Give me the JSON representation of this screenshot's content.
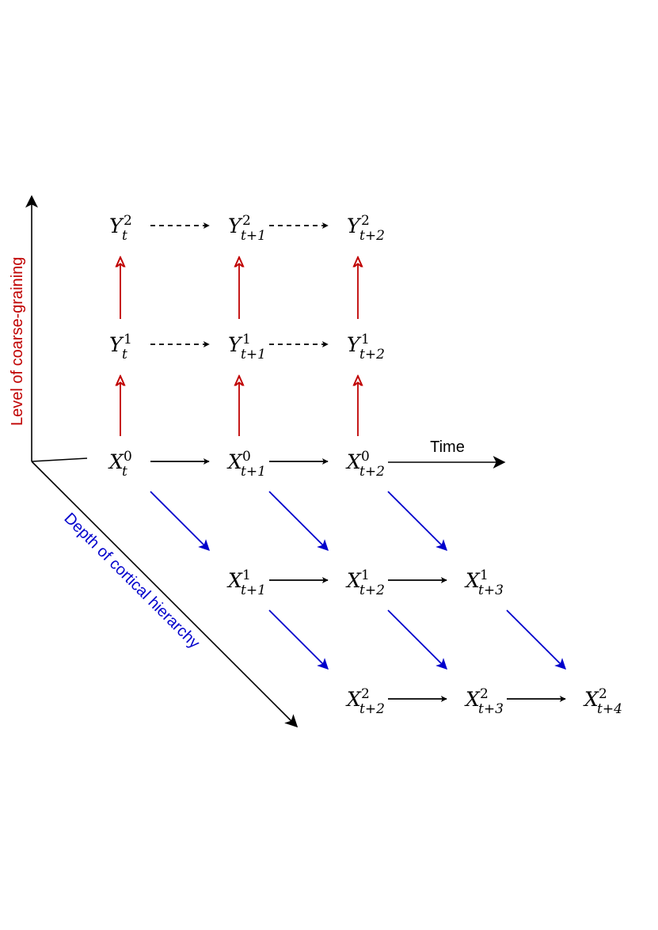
{
  "colors": {
    "ink": "#000000",
    "coarse": "#c00000",
    "cortical": "#0000cc"
  },
  "axes": {
    "vertical_label": "Level of coarse-graining",
    "diagonal_label": "Depth of cortical hierarchy",
    "time_label": "Time"
  },
  "nodes": [
    {
      "id": "Y2_t",
      "base": "Y",
      "sup": "2",
      "sub": "t"
    },
    {
      "id": "Y2_t1",
      "base": "Y",
      "sup": "2",
      "sub": "t+1"
    },
    {
      "id": "Y2_t2",
      "base": "Y",
      "sup": "2",
      "sub": "t+2"
    },
    {
      "id": "Y1_t",
      "base": "Y",
      "sup": "1",
      "sub": "t"
    },
    {
      "id": "Y1_t1",
      "base": "Y",
      "sup": "1",
      "sub": "t+1"
    },
    {
      "id": "Y1_t2",
      "base": "Y",
      "sup": "1",
      "sub": "t+2"
    },
    {
      "id": "X0_t",
      "base": "X",
      "sup": "0",
      "sub": "t"
    },
    {
      "id": "X0_t1",
      "base": "X",
      "sup": "0",
      "sub": "t+1"
    },
    {
      "id": "X0_t2",
      "base": "X",
      "sup": "0",
      "sub": "t+2"
    },
    {
      "id": "X1_t1",
      "base": "X",
      "sup": "1",
      "sub": "t+1"
    },
    {
      "id": "X1_t2",
      "base": "X",
      "sup": "1",
      "sub": "t+2"
    },
    {
      "id": "X1_t3",
      "base": "X",
      "sup": "1",
      "sub": "t+3"
    },
    {
      "id": "X2_t2",
      "base": "X",
      "sup": "2",
      "sub": "t+2"
    },
    {
      "id": "X2_t3",
      "base": "X",
      "sup": "2",
      "sub": "t+3"
    },
    {
      "id": "X2_t4",
      "base": "X",
      "sup": "2",
      "sub": "t+4"
    }
  ],
  "edges": [
    {
      "from": "Y2_t",
      "to": "Y2_t1",
      "kind": "dashed"
    },
    {
      "from": "Y2_t1",
      "to": "Y2_t2",
      "kind": "dashed"
    },
    {
      "from": "Y1_t",
      "to": "Y1_t1",
      "kind": "dashed"
    },
    {
      "from": "Y1_t1",
      "to": "Y1_t2",
      "kind": "dashed"
    },
    {
      "from": "Y1_t",
      "to": "Y2_t",
      "kind": "coarse"
    },
    {
      "from": "Y1_t1",
      "to": "Y2_t1",
      "kind": "coarse"
    },
    {
      "from": "Y1_t2",
      "to": "Y2_t2",
      "kind": "coarse"
    },
    {
      "from": "X0_t",
      "to": "Y1_t",
      "kind": "coarse"
    },
    {
      "from": "X0_t1",
      "to": "Y1_t1",
      "kind": "coarse"
    },
    {
      "from": "X0_t2",
      "to": "Y1_t2",
      "kind": "coarse"
    },
    {
      "from": "X0_t",
      "to": "X0_t1",
      "kind": "solid"
    },
    {
      "from": "X0_t1",
      "to": "X0_t2",
      "kind": "solid"
    },
    {
      "from": "X1_t1",
      "to": "X1_t2",
      "kind": "solid"
    },
    {
      "from": "X1_t2",
      "to": "X1_t3",
      "kind": "solid"
    },
    {
      "from": "X2_t2",
      "to": "X2_t3",
      "kind": "solid"
    },
    {
      "from": "X2_t3",
      "to": "X2_t4",
      "kind": "solid"
    },
    {
      "from": "X0_t",
      "to": "X1_t1",
      "kind": "cortical"
    },
    {
      "from": "X0_t1",
      "to": "X1_t2",
      "kind": "cortical"
    },
    {
      "from": "X0_t2",
      "to": "X1_t3",
      "kind": "cortical"
    },
    {
      "from": "X1_t1",
      "to": "X2_t2",
      "kind": "cortical"
    },
    {
      "from": "X1_t2",
      "to": "X2_t3",
      "kind": "cortical"
    },
    {
      "from": "X1_t3",
      "to": "X2_t4",
      "kind": "cortical"
    }
  ]
}
